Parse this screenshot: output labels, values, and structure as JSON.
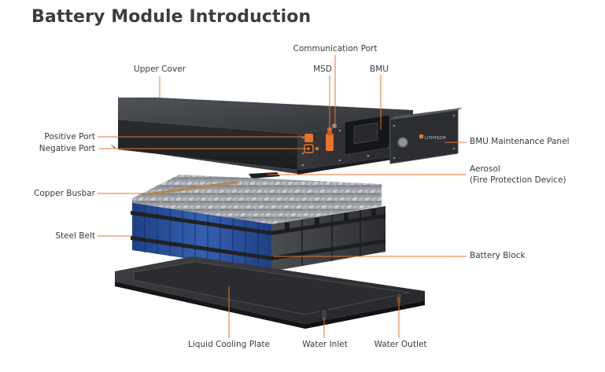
{
  "title": "Battery Module Introduction",
  "labels": {
    "upper_cover": "Upper Cover",
    "communication_port": "Communication Port",
    "msd": "MSD",
    "bmu": "BMU",
    "positive_port": "Positive Port",
    "negative_port": "Negative Port",
    "bmu_maintenance_panel": "BMU Maintenance Panel",
    "aerosol_line1": "Aerosol",
    "aerosol_line2": "(Fire Protection Device)",
    "copper_busbar": "Copper Busbar",
    "steel_belt": "Steel Belt",
    "battery_block": "Battery Block",
    "liquid_cooling_plate": "Liquid Cooling Plate",
    "water_inlet": "Water Inlet",
    "water_outlet": "Water Outlet"
  },
  "logo": "LITHTECH",
  "colors": {
    "leader_line": "#e8742c",
    "housing": "#2b2d30",
    "cell_blue": "#2a4f98",
    "accent_orange": "#e8742c"
  },
  "icons": {
    "leader": "orange-leader-line",
    "port_marker": "orange-dot"
  }
}
